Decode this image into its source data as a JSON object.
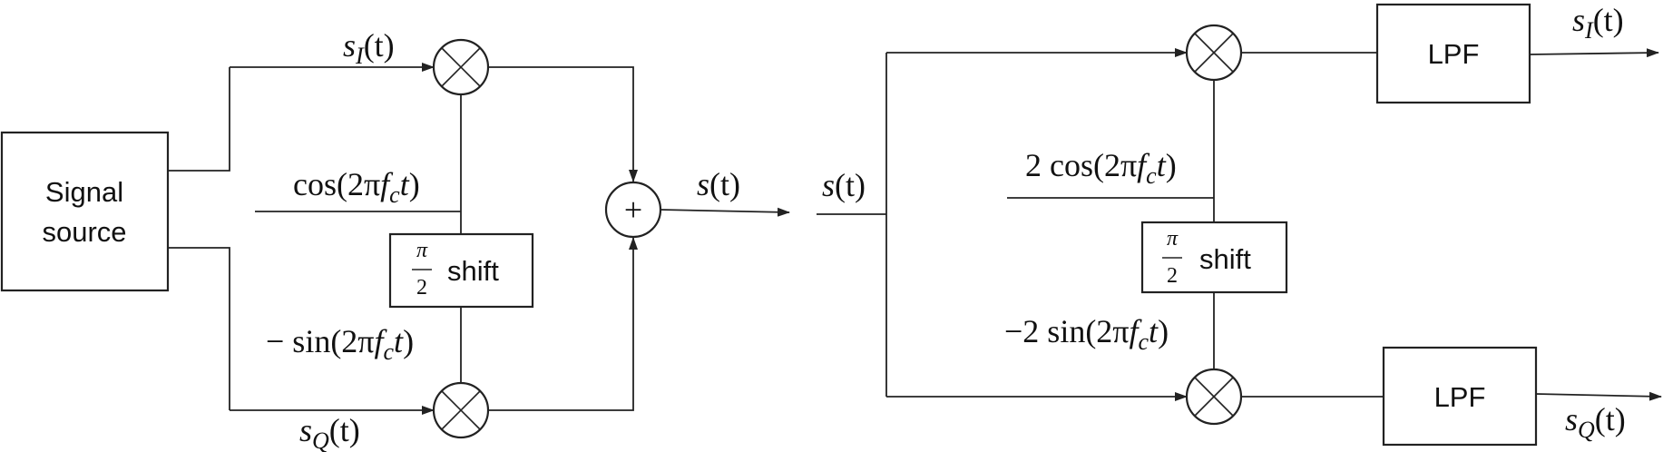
{
  "left": {
    "source_line1": "Signal",
    "source_line2": "source",
    "s_I_label": {
      "s": "s",
      "sub": "I",
      "arg": "(t)"
    },
    "s_Q_label": {
      "s": "s",
      "sub": "Q",
      "arg": "(t)"
    },
    "cos_label": {
      "pre": "cos(2π",
      "f": "f",
      "sub": "c",
      "t": "t",
      "close": ")"
    },
    "sin_label": {
      "pre": "− sin(2π",
      "f": "f",
      "sub": "c",
      "t": "t",
      "close": ")"
    },
    "shift_num": "π",
    "shift_den": "2",
    "shift_text": "shift",
    "plus": "+",
    "output_label": {
      "s": "s",
      "arg": "(t)"
    }
  },
  "right": {
    "input_label": {
      "s": "s",
      "arg": "(t)"
    },
    "cos_label": {
      "pre": "2 cos(2π",
      "f": "f",
      "sub": "c",
      "t": "t",
      "close": ")"
    },
    "sin_label": {
      "pre": "−2 sin(2π",
      "f": "f",
      "sub": "c",
      "t": "t",
      "close": ")"
    },
    "shift_num": "π",
    "shift_den": "2",
    "shift_text": "shift",
    "lpf_top": "LPF",
    "lpf_bottom": "LPF",
    "s_I_label": {
      "s": "s",
      "sub": "I",
      "arg": "(t)"
    },
    "s_Q_label": {
      "s": "s",
      "sub": "Q",
      "arg": "(t)"
    }
  }
}
